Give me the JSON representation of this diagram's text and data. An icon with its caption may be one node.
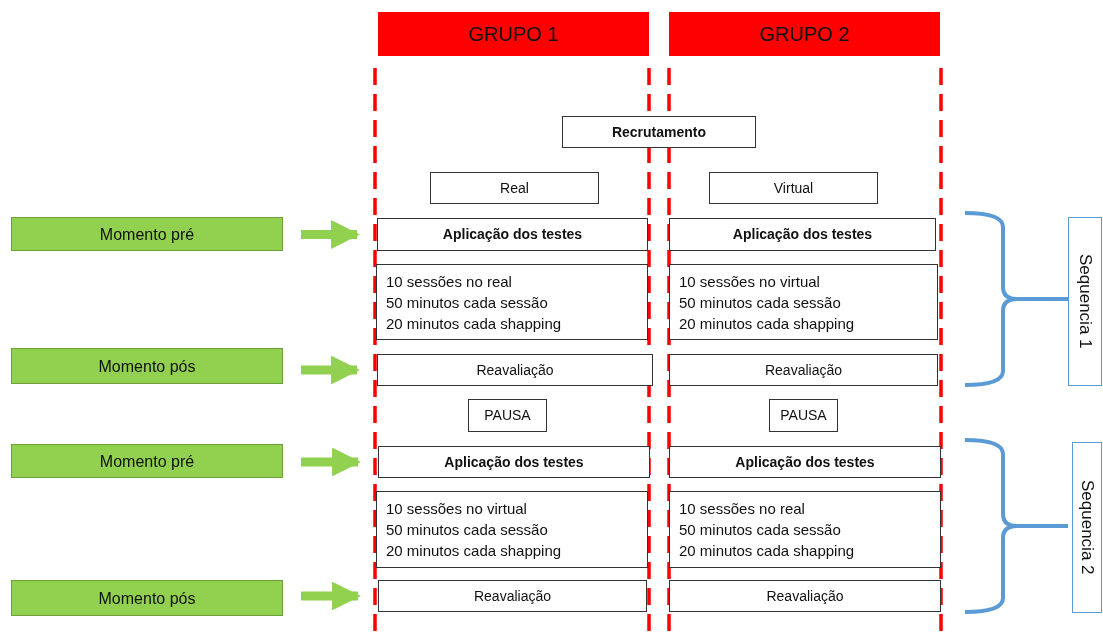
{
  "diagram": {
    "nodes": [
      {
        "text": [
          "GRUPO 1"
        ]
      },
      {
        "text": [
          "GRUPO 2"
        ]
      },
      {
        "text": [
          "Recrutamento"
        ]
      },
      {
        "text": [
          "Real"
        ]
      },
      {
        "text": [
          "Virtual"
        ]
      },
      {
        "text": [
          "Momento pré"
        ]
      },
      {
        "text": [
          "Aplicação dos testes"
        ]
      },
      {
        "text": [
          "Aplicação dos testes"
        ]
      },
      {
        "text": [
          "10 sessões no real",
          "50 minutos cada sessão",
          "20 minutos cada shapping"
        ]
      },
      {
        "text": [
          "10 sessões no virtual",
          "50 minutos cada sessão",
          "20 minutos cada shapping"
        ]
      },
      {
        "text": [
          "Momento pós"
        ]
      },
      {
        "text": [
          "Reavaliação"
        ]
      },
      {
        "text": [
          "Reavaliação"
        ]
      },
      {
        "text": [
          "PAUSA"
        ]
      },
      {
        "text": [
          "PAUSA"
        ]
      },
      {
        "text": [
          "Momento pré"
        ]
      },
      {
        "text": [
          "Aplicação dos testes"
        ]
      },
      {
        "text": [
          "Aplicação dos testes"
        ]
      },
      {
        "text": [
          "10 sessões no virtual",
          "50 minutos cada sessão",
          "20 minutos cada shapping"
        ]
      },
      {
        "text": [
          "10 sessões no real",
          "50 minutos cada sessão",
          "20 minutos cada shapping"
        ]
      },
      {
        "text": [
          "Momento pós"
        ]
      },
      {
        "text": [
          "Reavaliação"
        ]
      },
      {
        "text": [
          "Reavaliação"
        ]
      },
      {
        "text": [
          "Sequencia 1"
        ]
      },
      {
        "text": [
          "Sequencia 2"
        ]
      }
    ],
    "edges": [
      {
        "from": 5,
        "to": 6,
        "arrow": "to"
      },
      {
        "from": 10,
        "to": 11,
        "arrow": "to"
      },
      {
        "from": 15,
        "to": 16,
        "arrow": "to"
      },
      {
        "from": 20,
        "to": 21,
        "arrow": "to"
      }
    ]
  }
}
